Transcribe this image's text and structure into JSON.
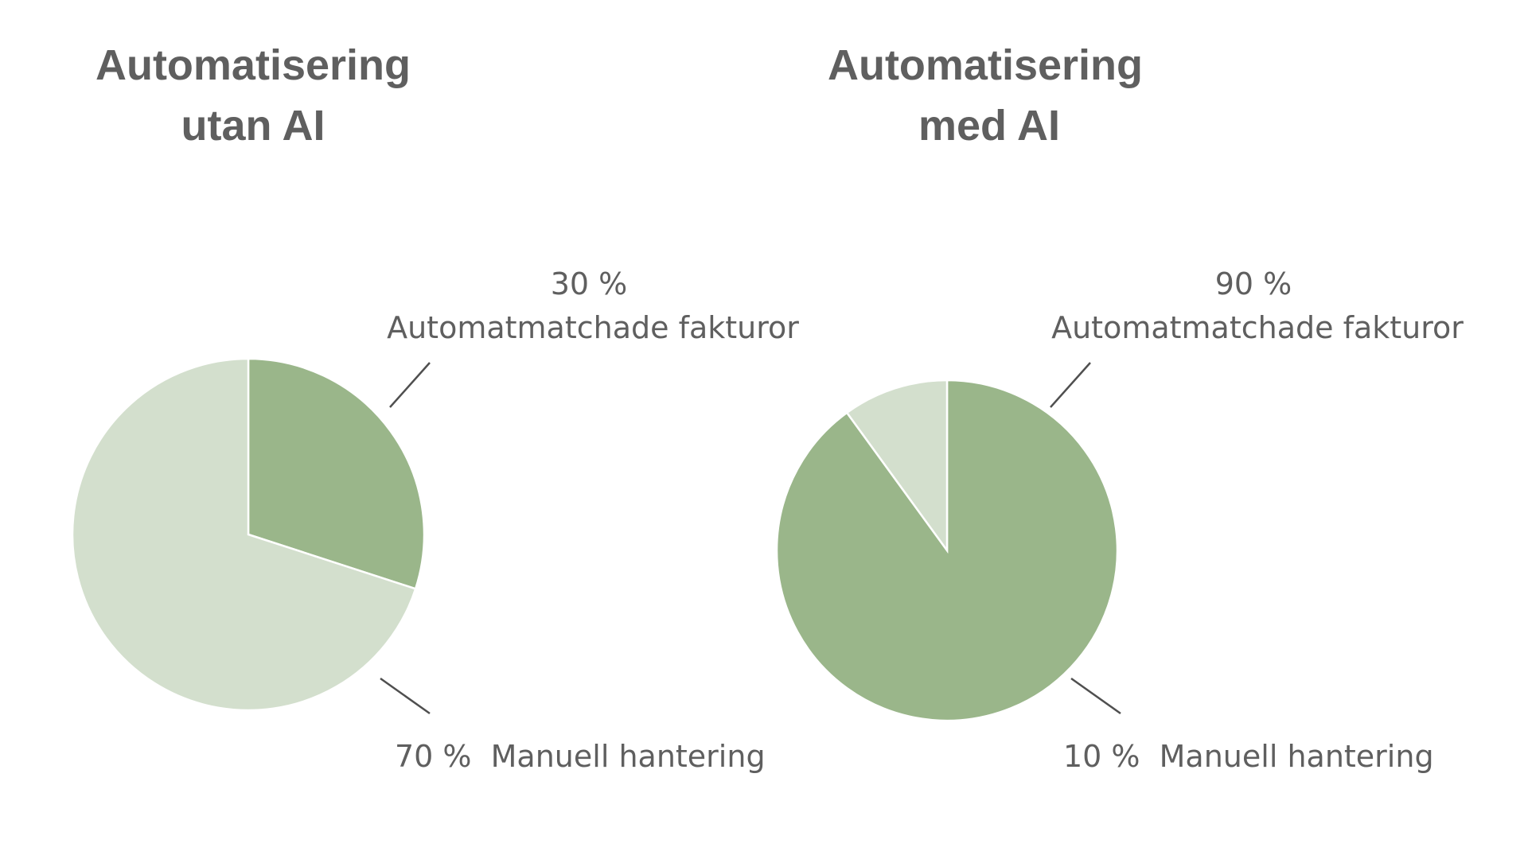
{
  "chart_data": [
    {
      "type": "pie",
      "title_lines": [
        "Automatisering",
        "utan AI"
      ],
      "slices": [
        {
          "label": "Automatmatchade fakturor",
          "value": 30,
          "percent_text": "30 %",
          "color": "#9ab68a"
        },
        {
          "label": "Manuell hantering",
          "value": 70,
          "percent_text": "70 %",
          "color": "#d3dfcd"
        }
      ]
    },
    {
      "type": "pie",
      "title_lines": [
        "Automatisering",
        "med AI"
      ],
      "slices": [
        {
          "label": "Automatmatchade fakturor",
          "value": 90,
          "percent_text": "90 %",
          "color": "#9ab68a"
        },
        {
          "label": "Manuell hantering",
          "value": 10,
          "percent_text": "10 %",
          "color": "#d3dfcd"
        }
      ]
    }
  ]
}
